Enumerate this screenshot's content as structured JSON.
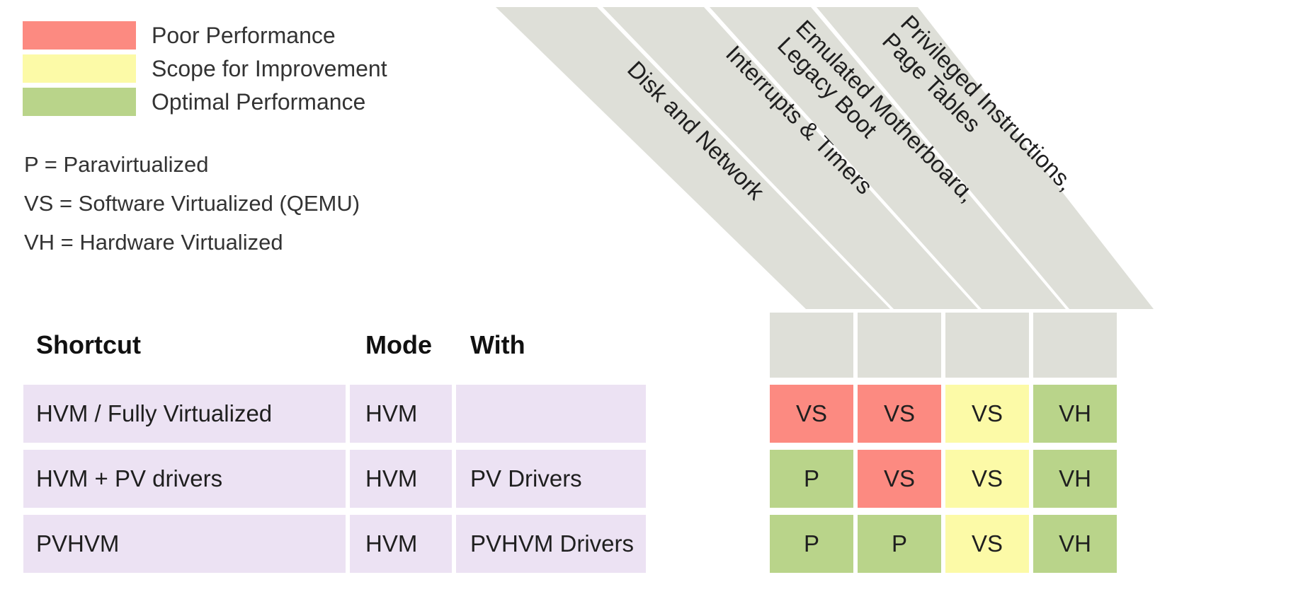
{
  "legend": {
    "items": [
      {
        "label": "Poor Performance",
        "color": "#fc8a81",
        "swatch_name": "legend-swatch-red"
      },
      {
        "label": "Scope for Improvement",
        "color": "#fcfaa7",
        "swatch_name": "legend-swatch-yellow"
      },
      {
        "label": "Optimal Performance",
        "color": "#b9d48a",
        "swatch_name": "legend-swatch-green"
      }
    ]
  },
  "abbreviations": [
    "P = Paravirtualized",
    "VS = Software Virtualized (QEMU)",
    "VH = Hardware Virtualized"
  ],
  "diagonal_headers": [
    {
      "lines": [
        "Disk and Network"
      ]
    },
    {
      "lines": [
        "Interrupts & Timers"
      ]
    },
    {
      "lines": [
        "Emulated Motherboard,",
        "Legacy Boot"
      ]
    },
    {
      "lines": [
        "Privileged Instructions,",
        "Page Tables"
      ]
    }
  ],
  "table": {
    "columns": [
      "Shortcut",
      "Mode",
      "With"
    ],
    "rows": [
      {
        "shortcut": "HVM / Fully Virtualized",
        "mode": "HVM",
        "with": "",
        "matrix": [
          {
            "value": "VS",
            "level": "poor"
          },
          {
            "value": "VS",
            "level": "poor"
          },
          {
            "value": "VS",
            "level": "scope"
          },
          {
            "value": "VH",
            "level": "optimal"
          }
        ]
      },
      {
        "shortcut": "HVM + PV drivers",
        "mode": "HVM",
        "with": "PV Drivers",
        "matrix": [
          {
            "value": "P",
            "level": "optimal"
          },
          {
            "value": "VS",
            "level": "poor"
          },
          {
            "value": "VS",
            "level": "scope"
          },
          {
            "value": "VH",
            "level": "optimal"
          }
        ]
      },
      {
        "shortcut": "PVHVM",
        "mode": "HVM",
        "with": "PVHVM Drivers",
        "matrix": [
          {
            "value": "P",
            "level": "optimal"
          },
          {
            "value": "P",
            "level": "optimal"
          },
          {
            "value": "VS",
            "level": "scope"
          },
          {
            "value": "VH",
            "level": "optimal"
          }
        ]
      }
    ]
  },
  "colors": {
    "poor": "#fc8a81",
    "scope": "#fcfaa7",
    "optimal": "#b9d48a",
    "header_gray": "#dedfd8",
    "row_lavender": "#ece2f3",
    "text": "#1f1f1f",
    "background": "#ffffff"
  }
}
